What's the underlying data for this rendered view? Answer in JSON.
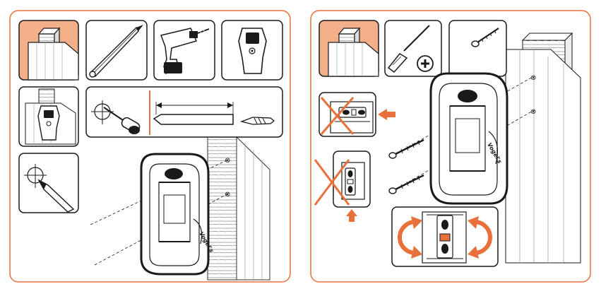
{
  "brand": {
    "name": "Vogel's"
  },
  "colors": {
    "accent": "#e8703a",
    "accent_light": "#f3ae8a",
    "frame": "#e8703a",
    "ink": "#1a1a1a",
    "cross": "#e8703a"
  },
  "panels": [
    {
      "id": "panel-1",
      "tools": [
        "wall-stud-icon",
        "pencil-icon",
        "drill-icon",
        "stud-finder-icon"
      ],
      "steps": [
        "locate-stud-icon",
        "mark-icon",
        "drill-bit-depth-icon",
        "mark-holes-icon"
      ]
    },
    {
      "id": "panel-2",
      "tools": [
        "wall-stud-icon",
        "phillips-screwdriver-icon",
        "screw-icon"
      ],
      "steps": [
        "wrong-orientation-horizontal-icon",
        "wrong-orientation-vertical-icon",
        "rotate-to-level-icon",
        "mount-bracket-icon"
      ]
    }
  ]
}
